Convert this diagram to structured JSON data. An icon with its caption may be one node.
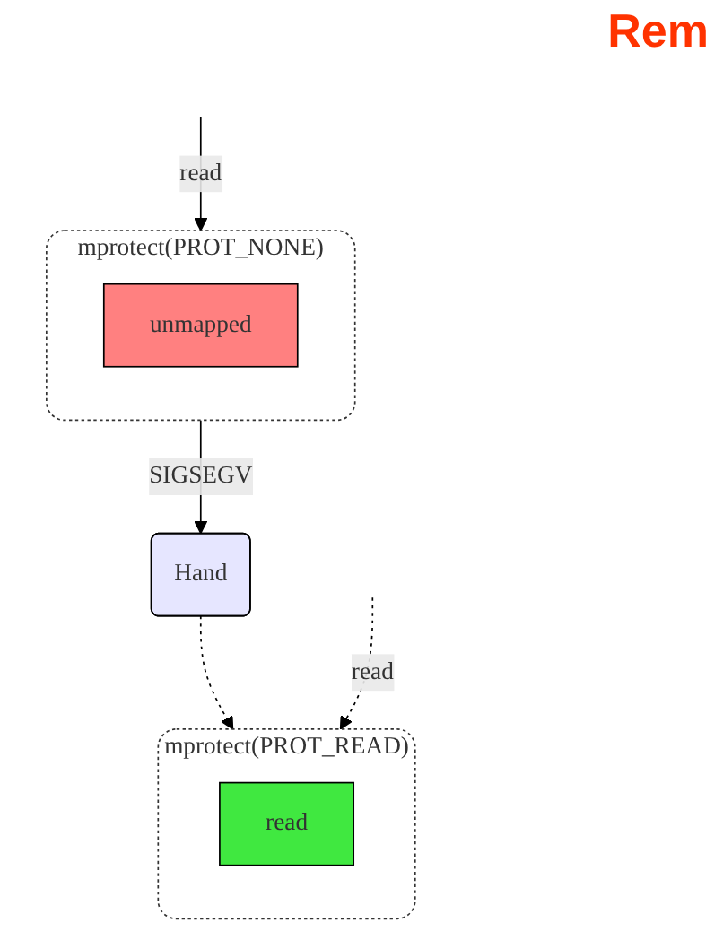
{
  "diagram": {
    "title": "Rem",
    "nodes": [
      {
        "text": [
          "mprotect(PROT_NONE)"
        ]
      },
      {
        "text": [
          "unmapped"
        ],
        "in": 0
      },
      {
        "text": [
          "Hand"
        ]
      },
      {
        "text": [
          "mprotect(PROT_READ)"
        ]
      },
      {
        "text": [
          "read"
        ],
        "in": 3
      }
    ],
    "edges": [
      {
        "from": null,
        "to": 0,
        "arrow": "to",
        "label": "read"
      },
      {
        "from": 0,
        "to": 2,
        "arrow": "to",
        "label": "SIGSEGV"
      },
      {
        "from": 2,
        "to": 3,
        "arrow": "to",
        "style": "dashed"
      },
      {
        "from": null,
        "to": 3,
        "arrow": "to",
        "label": "read",
        "style": "dashed"
      }
    ]
  }
}
